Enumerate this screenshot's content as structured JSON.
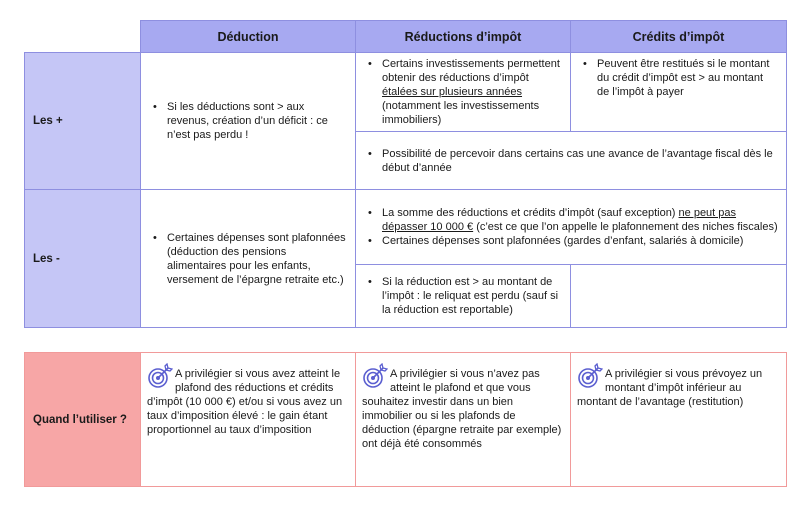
{
  "header": {
    "col1": "Déduction",
    "col2": "Réductions d’impôt",
    "col3": "Crédits d’impôt"
  },
  "plus": {
    "label": "Les +",
    "deduction": "Si les déductions sont > aux revenus, création d’un déficit : ce n’est pas perdu !",
    "reduction_pre": "Certains investissements permettent obtenir des réductions d’impôt ",
    "reduction_underline": "étalées sur plusieurs années",
    "reduction_post": " (notamment les investissements immobiliers)",
    "credit": "Peuvent être restitués si le montant du crédit d’impôt est > au montant de l’impôt à payer",
    "shared": "Possibilité de percevoir dans certains cas une avance de l’avantage fiscal dès le début d’année"
  },
  "minus": {
    "label": "Les -",
    "deduction": "Certaines dépenses sont plafonnées (déduction des pensions alimentaires pour les enfants, versement de l’épargne retraite etc.)",
    "shared1_pre": "La somme des réductions et crédits d’impôt (sauf exception) ",
    "shared1_underline": "ne peut pas dépasser 10 000 €",
    "shared1_post": " (c’est ce que l’on appelle le plafonnement des niches fiscales)",
    "shared2": "Certaines dépenses sont plafonnées (gardes d’enfant, salariés à domicile)",
    "reduction": "Si la réduction est > au montant de l’impôt : le reliquat est perdu (sauf si la réduction est reportable)"
  },
  "when": {
    "label": "Quand l’utiliser ?",
    "icon": "target-icon",
    "deduction": "A privilégier si vous avez atteint le plafond des réductions et crédits d’impôt (10 000 €) et/ou si vous avez un taux d’imposition élevé : le gain étant proportionnel au taux d’imposition",
    "reduction": "A privilégier si vous n’avez pas atteint le plafond et que vous souhaitez investir dans un bien immobilier ou si les plafonds de déduction (épargne retraite par exemple) ont déjà été consommés",
    "credit": "A privilégier si vous prévoyez un montant d’impôt inférieur au montant de l’avantage (restitution)"
  },
  "colors": {
    "header": "#a7a9f1",
    "rowhead": "#c5c6f6",
    "border": "#8e8fe0",
    "when_head": "#f7a6a6",
    "when_border": "#f19a9a",
    "icon": "#5b5fd0"
  }
}
